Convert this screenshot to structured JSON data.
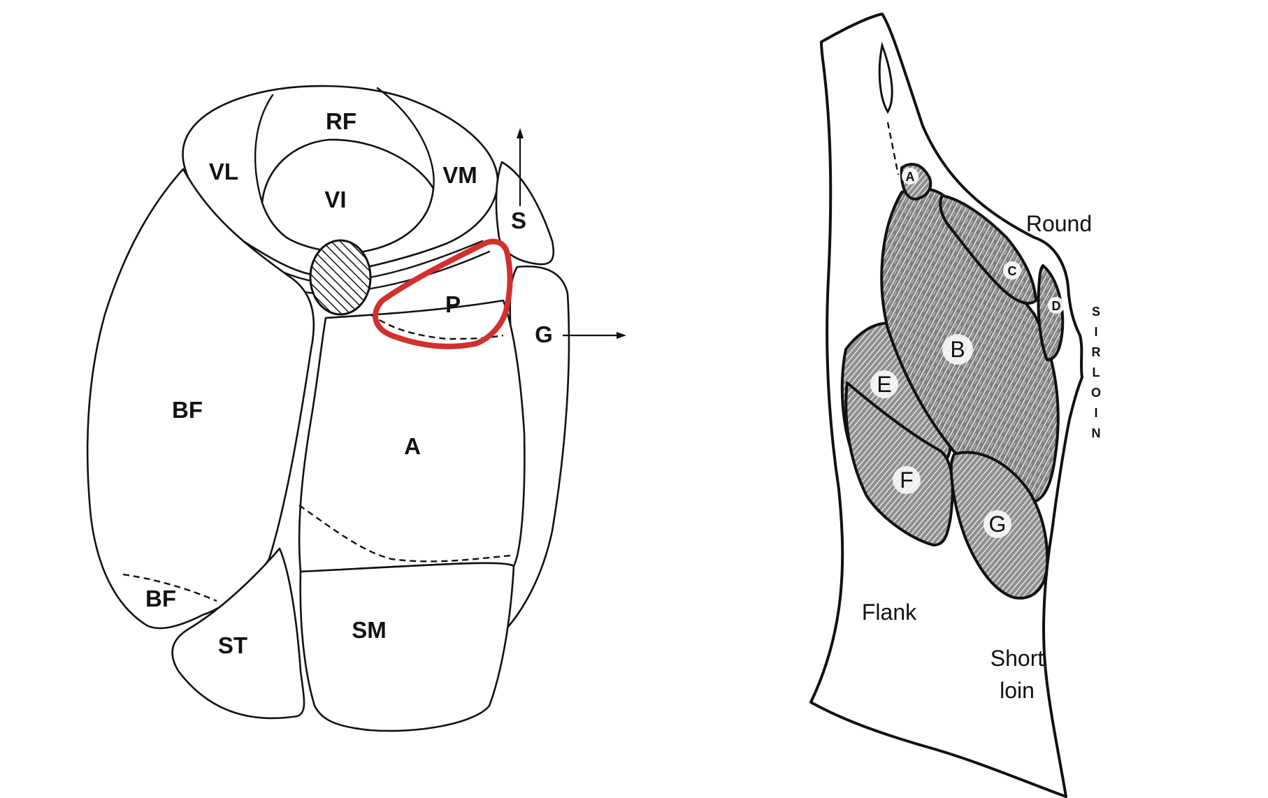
{
  "left_diagram": {
    "labels": {
      "rf": "RF",
      "vl": "VL",
      "vi": "VI",
      "vm": "VM",
      "s": "S",
      "p": "P",
      "g": "G",
      "bf_main": "BF",
      "a": "A",
      "bf_small": "BF",
      "st": "ST",
      "sm": "SM"
    },
    "highlight_color": "#d32f2f"
  },
  "right_diagram": {
    "labels": {
      "a": "A",
      "b": "B",
      "c": "C",
      "d": "D",
      "e": "E",
      "f": "F",
      "g": "G",
      "round": "Round",
      "sirloin": [
        "S",
        "I",
        "R",
        "L",
        "O",
        "I",
        "N"
      ],
      "flank": "Flank",
      "short_line1": "Short",
      "short_line2": "loin"
    },
    "muscle_fill": "#8a8a8a"
  }
}
